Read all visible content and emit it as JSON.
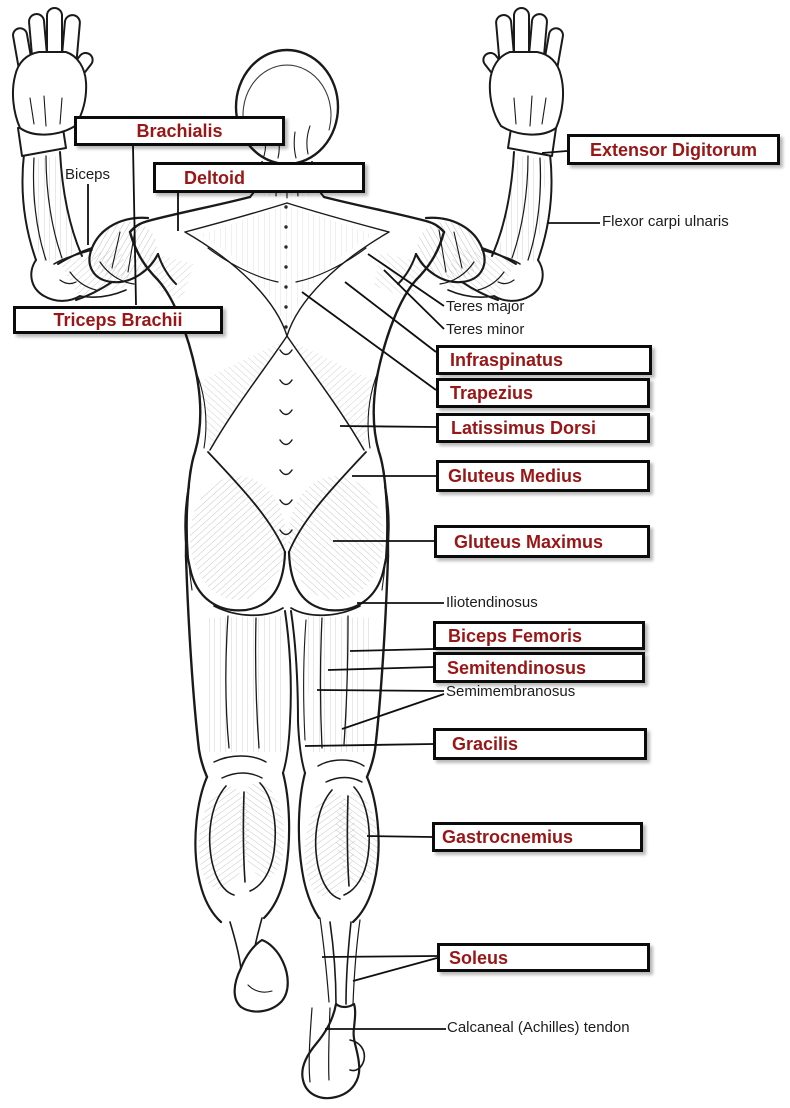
{
  "colors": {
    "boxed_label_text": "#981616",
    "box_border": "#0b0b0b",
    "box_background": "#ffffff",
    "plain_label_text": "#1c1c1c",
    "line_art": "#1a1a1a",
    "background": "#ffffff"
  },
  "boxed_labels": [
    {
      "id": "brachialis",
      "text": "Brachialis"
    },
    {
      "id": "deltoid",
      "text": "Deltoid"
    },
    {
      "id": "triceps-brachii",
      "text": "Triceps Brachii"
    },
    {
      "id": "extensor-digitorum",
      "text": "Extensor Digitorum"
    },
    {
      "id": "infraspinatus",
      "text": "Infraspinatus"
    },
    {
      "id": "trapezius",
      "text": "Trapezius"
    },
    {
      "id": "latissimus-dorsi",
      "text": "Latissimus Dorsi"
    },
    {
      "id": "gluteus-medius",
      "text": "Gluteus Medius"
    },
    {
      "id": "gluteus-maximus",
      "text": "Gluteus Maximus"
    },
    {
      "id": "biceps-femoris",
      "text": "Biceps Femoris"
    },
    {
      "id": "semitendinosus",
      "text": "Semitendinosus"
    },
    {
      "id": "gracilis",
      "text": "Gracilis"
    },
    {
      "id": "gastrocnemius",
      "text": "Gastrocnemius"
    },
    {
      "id": "soleus",
      "text": "Soleus"
    }
  ],
  "plain_labels": [
    {
      "id": "biceps",
      "text": "Biceps"
    },
    {
      "id": "flexor-carpi-ulnaris",
      "text": "Flexor carpi ulnaris"
    },
    {
      "id": "teres-major",
      "text": "Teres major"
    },
    {
      "id": "teres-minor",
      "text": "Teres minor"
    },
    {
      "id": "iliotendinosus",
      "text": "Iliotendinosus"
    },
    {
      "id": "semimembranosus",
      "text": "Semimembranosus"
    },
    {
      "id": "calcaneal-tendon",
      "text": "Calcaneal (Achilles) tendon"
    }
  ]
}
